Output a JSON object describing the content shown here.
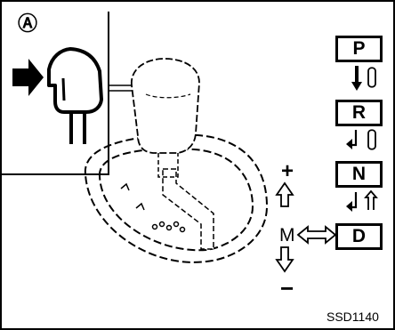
{
  "diagram": {
    "inset_label": "Ⓐ",
    "gears": [
      "P",
      "R",
      "N",
      "D"
    ],
    "manual_label": "M",
    "plus_label": "+",
    "minus_label": "−",
    "figure_code": "SSD1140"
  },
  "colors": {
    "line": "#000000",
    "background": "#ffffff"
  }
}
